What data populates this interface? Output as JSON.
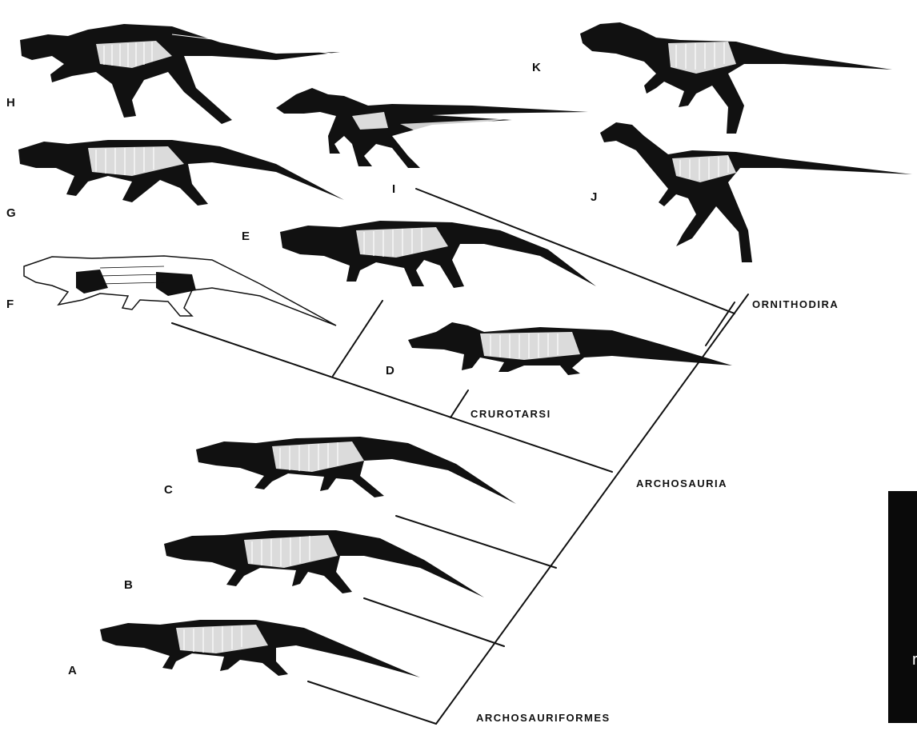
{
  "taxa": {
    "A": "A",
    "B": "B",
    "C": "C",
    "D": "D",
    "E": "E",
    "F": "F",
    "G": "G",
    "H": "H",
    "I": "I",
    "J": "J",
    "K": "K"
  },
  "clades": {
    "archosauriformes": "ARCHOSAURIFORMES",
    "archosauria": "ARCHOSAURIA",
    "crurotarsi": "CRUROTARSI",
    "ornithodira": "ORNITHODIRA"
  },
  "panel_fragment": "r",
  "colors": {
    "ink": "#111111",
    "bone": "#ffffff",
    "panel": "#0a0a0a"
  }
}
